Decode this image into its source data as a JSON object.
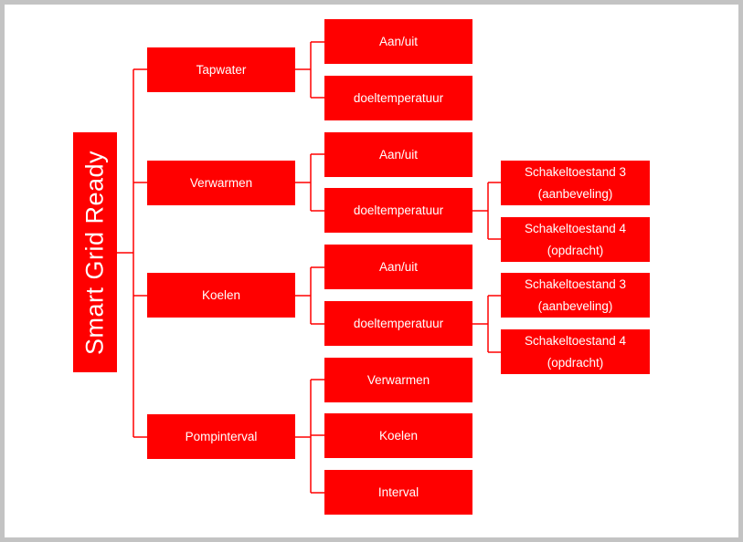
{
  "colors": {
    "box": "#ff0000",
    "text": "#ffffff",
    "frame": "#c3c3c3",
    "connector": "#ff0000"
  },
  "root": {
    "label": "Smart Grid Ready"
  },
  "branches": [
    {
      "label": "Tapwater",
      "children": [
        {
          "label": "Aan/uit"
        },
        {
          "label": "doeltemperatuur"
        }
      ]
    },
    {
      "label": "Verwarmen",
      "children": [
        {
          "label": "Aan/uit"
        },
        {
          "label": "doeltemperatuur",
          "children": [
            {
              "lines": [
                "Schakeltoestand 3",
                "(aanbeveling)"
              ]
            },
            {
              "lines": [
                "Schakeltoestand 4",
                "(opdracht)"
              ]
            }
          ]
        }
      ]
    },
    {
      "label": "Koelen",
      "children": [
        {
          "label": "Aan/uit"
        },
        {
          "label": "doeltemperatuur",
          "children": [
            {
              "lines": [
                "Schakeltoestand 3",
                "(aanbeveling)"
              ]
            },
            {
              "lines": [
                "Schakeltoestand 4",
                "(opdracht)"
              ]
            }
          ]
        }
      ]
    },
    {
      "label": "Pompinterval",
      "children": [
        {
          "label": "Verwarmen"
        },
        {
          "label": "Koelen"
        },
        {
          "label": "Interval"
        }
      ]
    }
  ]
}
